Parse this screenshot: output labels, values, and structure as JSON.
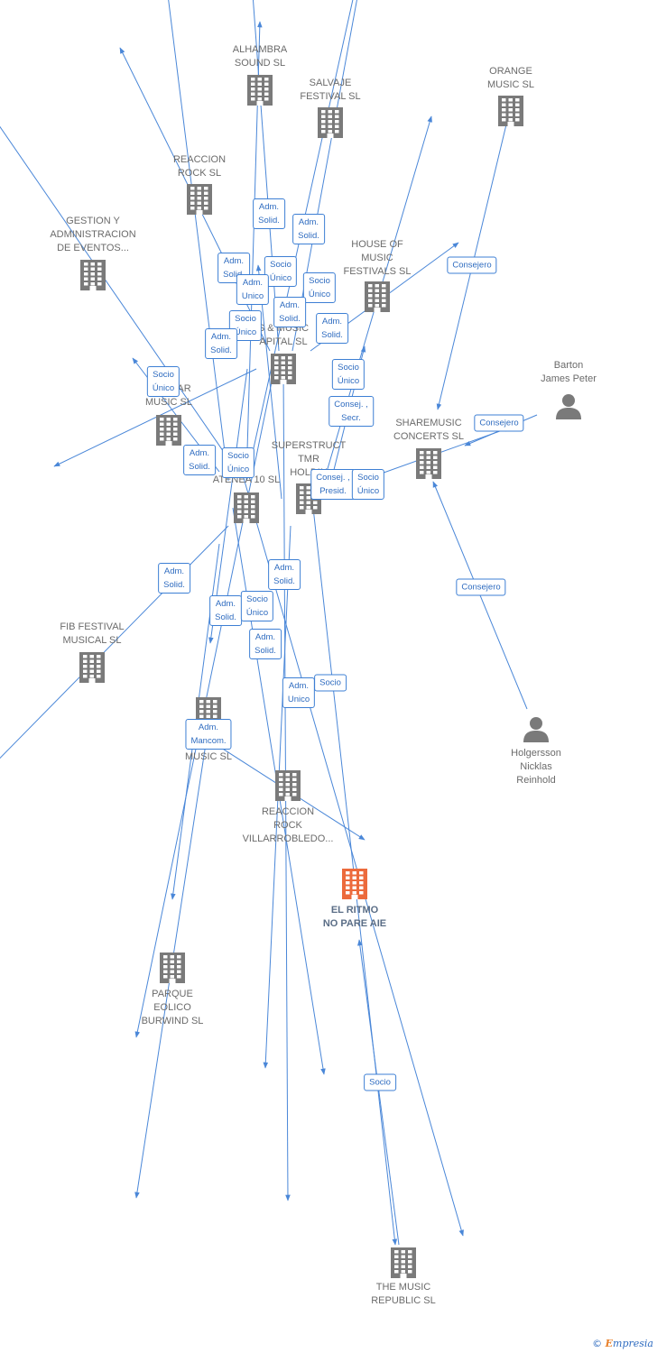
{
  "colors": {
    "edge": "#4a87d8",
    "node": "#7a7a7a",
    "focus": "#ec6a3c"
  },
  "nodes": [
    {
      "id": "alhambra",
      "label": "ALHAMBRA\nSOUND SL",
      "type": "company"
    },
    {
      "id": "salvaje",
      "label": "SALVAJE\nFESTIVAL SL",
      "type": "company"
    },
    {
      "id": "orange",
      "label": "ORANGE\nMUSIC SL",
      "type": "company"
    },
    {
      "id": "reaccion_rock",
      "label": "REACCION\nROCK SL",
      "type": "company"
    },
    {
      "id": "gestion",
      "label": "GESTION Y\nADMINISTRACION\nDE EVENTOS...",
      "type": "company"
    },
    {
      "id": "house",
      "label": "HOUSE OF\nMUSIC\nFESTIVALS SL",
      "type": "company"
    },
    {
      "id": "capital",
      "label": "S & MUSIC\nAPITAL SL",
      "type": "company"
    },
    {
      "id": "barton",
      "label": "Barton\nJames Peter",
      "type": "person"
    },
    {
      "id": "interstelar",
      "label": "INT  ELAR\nMUSIC SL",
      "type": "company"
    },
    {
      "id": "sharemusic",
      "label": "SHAREMUSIC\nCONCERTS SL",
      "type": "company"
    },
    {
      "id": "superstruct",
      "label": "SUPERSTRUCT\nTMR\nHOLDIN",
      "type": "company"
    },
    {
      "id": "atenea",
      "label": "ATENEA 10 SL",
      "type": "company"
    },
    {
      "id": "fib",
      "label": "FIB FESTIVAL\nMUSICAL SL",
      "type": "company"
    },
    {
      "id": "music_sl",
      "label": "MUSIC SL",
      "type": "company"
    },
    {
      "id": "holgersson",
      "label": "Holgersson\nNicklas\nReinhold",
      "type": "person"
    },
    {
      "id": "villarrobledo",
      "label": "REACCION\nROCK\nVILLARROBLEDO...",
      "type": "company"
    },
    {
      "id": "ritmo",
      "label": "EL RITMO\nNO PARE AIE",
      "type": "focus"
    },
    {
      "id": "parque",
      "label": "PARQUE\nEOLICO\nBURWIND SL",
      "type": "company"
    },
    {
      "id": "tmr",
      "label": "THE MUSIC\nREPUBLIC SL",
      "type": "company"
    }
  ],
  "edges": [
    {
      "from": "orange",
      "to": "sharemusic",
      "label": "Consejero"
    },
    {
      "from": "barton",
      "to": "sharemusic",
      "label": "Consejero"
    },
    {
      "from": "holgersson",
      "to": "sharemusic",
      "label": "Consejero"
    },
    {
      "from": "tmr",
      "to": "ritmo",
      "label": "Socio"
    },
    {
      "from": "music_sl",
      "to": "parque",
      "label": "Adm.\nMancom."
    },
    {
      "from": "atenea",
      "to": "fib",
      "label": "Adm.\nSolid."
    },
    {
      "from": "atenea",
      "to": "gestion",
      "label": "Socio\nÚnico"
    },
    {
      "from": "atenea",
      "to": "alhambra",
      "label": "Adm.\nSolid."
    },
    {
      "from": "atenea",
      "to": "salvaje",
      "label": "Adm.\nSolid."
    },
    {
      "from": "atenea",
      "to": "reaccion_rock",
      "label": "Adm.\nSolid."
    },
    {
      "from": "atenea",
      "to": "interstelar",
      "label": "Adm.\nSolid."
    },
    {
      "from": "atenea",
      "to": "music_sl",
      "label": "Adm.\nSolid."
    },
    {
      "from": "capital",
      "to": "alhambra",
      "label": "Socio\nÚnico"
    },
    {
      "from": "capital",
      "to": "salvaje",
      "label": "Socio\nÚnico"
    },
    {
      "from": "capital",
      "to": "reaccion_rock",
      "label": "Adm.\nUnico"
    },
    {
      "from": "capital",
      "to": "house",
      "label": "Adm.\nSolid."
    },
    {
      "from": "capital",
      "to": "atenea",
      "label": "Socio\nÚnico"
    },
    {
      "from": "capital",
      "to": "villarrobledo",
      "label": "Adm.\nSolid."
    },
    {
      "from": "capital",
      "to": "interstelar",
      "label": "Adm.\nSolid."
    },
    {
      "from": "superstruct",
      "to": "house",
      "label": "Socio\nÚnico"
    },
    {
      "from": "superstruct",
      "to": "sharemusic",
      "label": "Consej. ,\nSecr."
    },
    {
      "from": "superstruct",
      "to": "capital",
      "label": "Consej. ,\nPresid."
    },
    {
      "from": "superstruct",
      "to": "capital",
      "label": "Socio\nÚnico"
    },
    {
      "from": "superstruct",
      "to": "villarrobledo",
      "label": "Adm.\nSolid."
    },
    {
      "from": "superstruct",
      "to": "ritmo",
      "label": "Socio"
    },
    {
      "from": "atenea",
      "to": "villarrobledo",
      "label": "Socio\nÚnico"
    },
    {
      "from": "atenea",
      "to": "ritmo",
      "label": "Socio\nÚnico"
    },
    {
      "from": "music_sl",
      "to": "villarrobledo",
      "label": "Adm.\nUnico"
    },
    {
      "from": "capital",
      "to": "music_sl",
      "label": "Adm.\nSolid."
    }
  ],
  "watermark": {
    "symbol": "©",
    "brand_initial": "E",
    "brand_rest": "mpresia"
  }
}
